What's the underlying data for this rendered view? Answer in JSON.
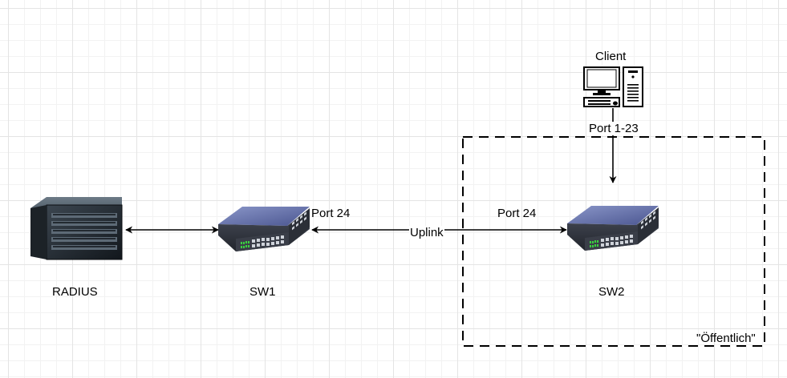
{
  "nodes": {
    "radius": {
      "label": "RADIUS",
      "icon": "server-rack-icon"
    },
    "sw1": {
      "label": "SW1",
      "icon": "network-switch-icon"
    },
    "sw2": {
      "label": "SW2",
      "icon": "network-switch-icon"
    },
    "client": {
      "label": "Client",
      "icon": "desktop-computer-icon"
    }
  },
  "edges": {
    "radius_sw1": {
      "label": ""
    },
    "uplink": {
      "label": "Uplink",
      "left_port": "Port 24",
      "right_port": "Port 24"
    },
    "client_sw2": {
      "label": "Port 1-23"
    }
  },
  "zone": {
    "label": "\"Öffentlich\""
  }
}
